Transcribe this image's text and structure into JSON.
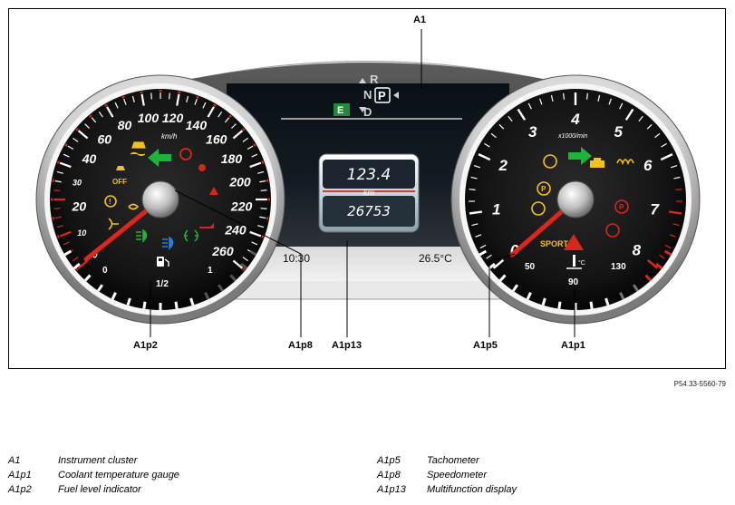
{
  "figure": {
    "code": "P54.33-5560-79",
    "callouts": {
      "a1": "A1",
      "a1p2": "A1p2",
      "a1p8": "A1p8",
      "a1p13": "A1p13",
      "a1p5": "A1p5",
      "a1p1": "A1p1"
    }
  },
  "speedometer": {
    "ticks": [
      "0",
      "10",
      "20",
      "30",
      "40",
      "60",
      "80",
      "100",
      "120",
      "140",
      "160",
      "180",
      "200",
      "220",
      "240",
      "260"
    ],
    "unit": "km/h",
    "fuel_labels": {
      "empty": "0",
      "half": "1/2",
      "full": "1"
    }
  },
  "tachometer": {
    "ticks": [
      "0",
      "1",
      "2",
      "3",
      "4",
      "5",
      "6",
      "7",
      "8"
    ],
    "unit": "x1000/min",
    "temp_labels": {
      "low": "50",
      "mid": "90",
      "high": "130"
    },
    "sport": "SPORT"
  },
  "center": {
    "gear_r": "R",
    "gear_n": "N",
    "gear_p": "P",
    "gear_d": "D",
    "eco": "E",
    "trip": "123.4",
    "trip_unit": "km",
    "odometer": "26753",
    "time": "10:30",
    "outside_temp": "26.5°C"
  },
  "warning_labels": {
    "off": "OFF"
  },
  "legend": [
    {
      "code": "A1",
      "desc": "Instrument cluster"
    },
    {
      "code": "A1p1",
      "desc": "Coolant temperature gauge"
    },
    {
      "code": "A1p2",
      "desc": "Fuel level indicator"
    },
    {
      "code": "A1p5",
      "desc": "Tachometer"
    },
    {
      "code": "A1p8",
      "desc": "Speedometer"
    },
    {
      "code": "A1p13",
      "desc": "Multifunction display"
    }
  ],
  "colors": {
    "needle": "#e0251b",
    "warning_yellow": "#f2c21a",
    "warning_red": "#d8261c",
    "indicator_green": "#1cb43a",
    "indicator_blue": "#2c7fd9"
  }
}
